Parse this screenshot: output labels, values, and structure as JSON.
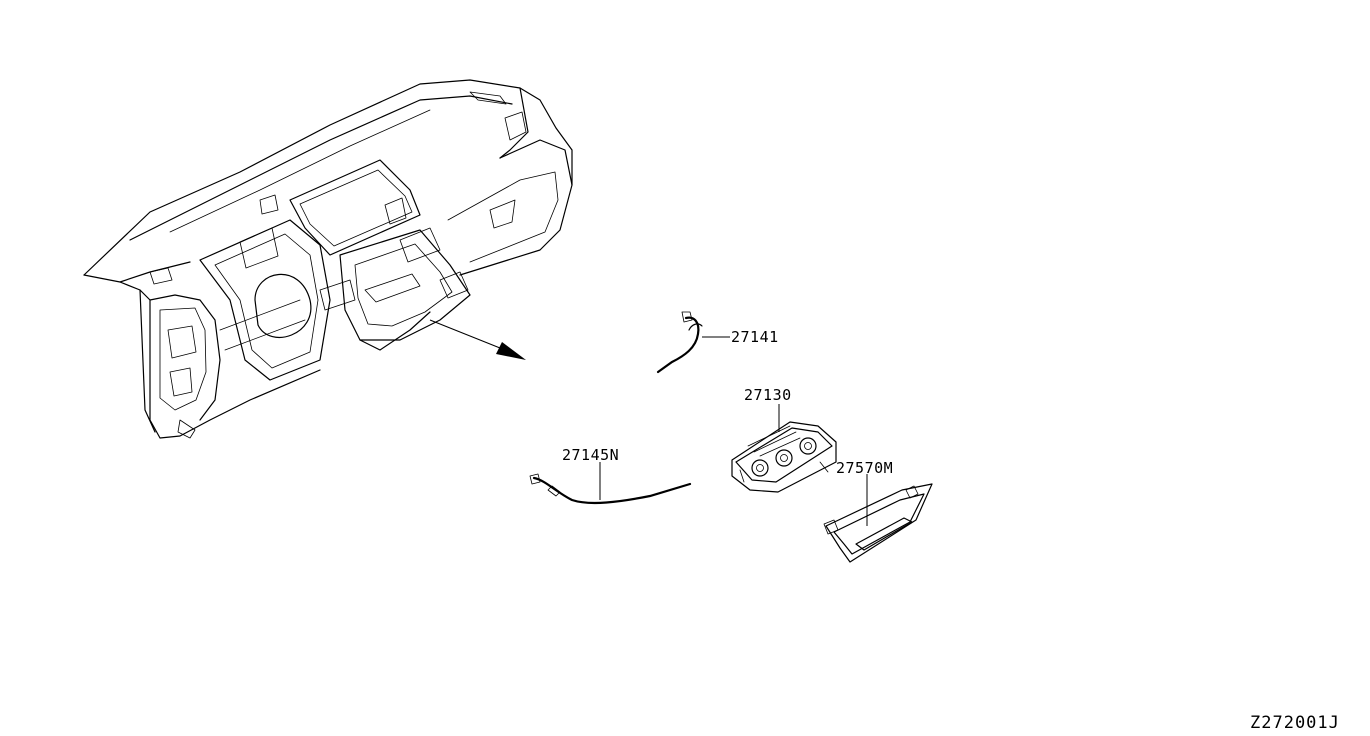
{
  "diagram": {
    "parts": [
      {
        "id": "heater-control-cable",
        "number": "27141"
      },
      {
        "id": "heater-control-unit",
        "number": "27130"
      },
      {
        "id": "air-mix-cable",
        "number": "27145N"
      },
      {
        "id": "control-finisher",
        "number": "27570M"
      }
    ],
    "diagram_code": "Z272001J"
  }
}
